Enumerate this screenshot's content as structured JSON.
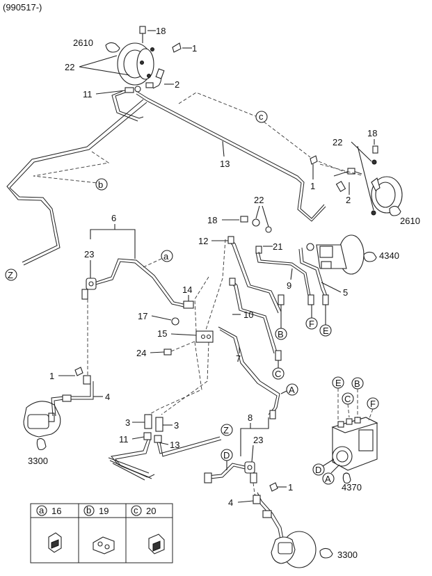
{
  "header": {
    "code": "(990517-)"
  },
  "labels": {
    "n1": "1",
    "n2": "2",
    "n3": "3",
    "n4": "4",
    "n5": "5",
    "n6": "6",
    "n7": "7",
    "n8": "8",
    "n9": "9",
    "n10": "10",
    "n11": "11",
    "n12": "12",
    "n13": "13",
    "n14": "14",
    "n15": "15",
    "n17": "17",
    "n18": "18",
    "n21": "21",
    "n22": "22",
    "n23": "23",
    "n24": "24",
    "n2610": "2610",
    "n3300": "3300",
    "n4340": "4340",
    "n4370": "4370"
  },
  "connectors": {
    "a": "a",
    "b": "b",
    "c": "c",
    "A": "A",
    "B": "B",
    "C": "C",
    "D": "D",
    "E": "E",
    "F": "F",
    "Z": "Z"
  },
  "legend": {
    "items": [
      {
        "letter": "a",
        "part": "16"
      },
      {
        "letter": "b",
        "part": "19"
      },
      {
        "letter": "c",
        "part": "20"
      }
    ]
  }
}
